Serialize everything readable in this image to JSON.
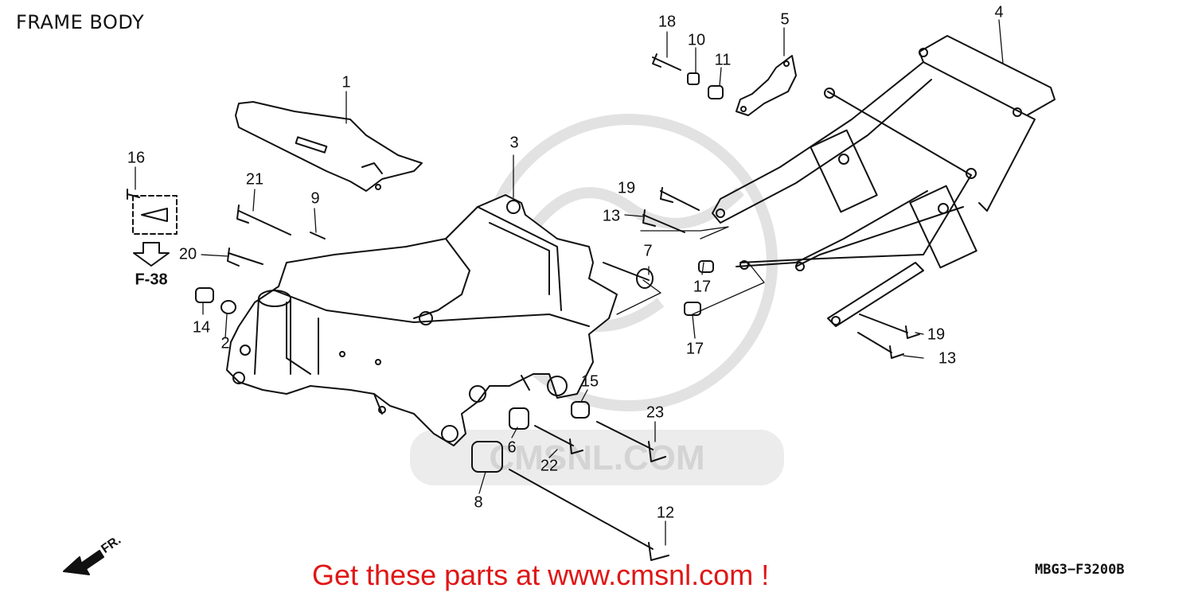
{
  "diagram": {
    "title": "FRAME BODY",
    "reference": "F-38",
    "front_marker": "FR.",
    "drawing_code": "MBG3−F3200B",
    "promo_text": "Get these parts at www.cmsnl.com !",
    "watermark": "CMSNL.COM",
    "colors": {
      "line": "#111111",
      "promo": "#e01616",
      "watermark": "#d9d9d9"
    }
  },
  "callouts": [
    {
      "label": "1"
    },
    {
      "label": "2"
    },
    {
      "label": "3"
    },
    {
      "label": "4"
    },
    {
      "label": "5"
    },
    {
      "label": "6"
    },
    {
      "label": "7"
    },
    {
      "label": "8"
    },
    {
      "label": "9"
    },
    {
      "label": "10"
    },
    {
      "label": "11"
    },
    {
      "label": "12"
    },
    {
      "label": "13"
    },
    {
      "label": "13"
    },
    {
      "label": "14"
    },
    {
      "label": "15"
    },
    {
      "label": "16"
    },
    {
      "label": "17"
    },
    {
      "label": "17"
    },
    {
      "label": "18"
    },
    {
      "label": "19"
    },
    {
      "label": "19"
    },
    {
      "label": "20"
    },
    {
      "label": "21"
    },
    {
      "label": "22"
    },
    {
      "label": "23"
    }
  ]
}
